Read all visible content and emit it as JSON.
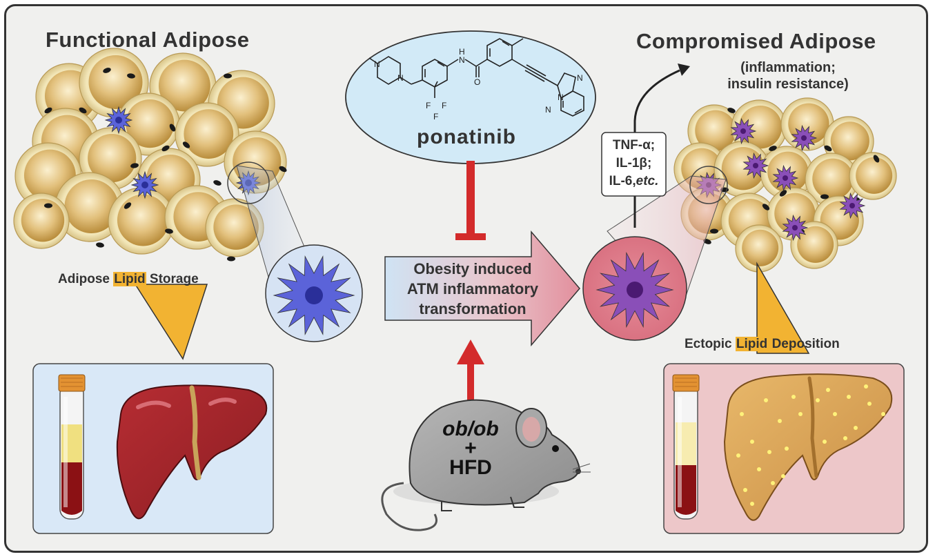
{
  "left_panel": {
    "title": "Functional Adipose",
    "storage_label_pre": "Adipose ",
    "storage_label_hl": "Lipid",
    "storage_label_post": " Storage"
  },
  "right_panel": {
    "title": "Compromised Adipose",
    "outcome_line1": "(inflammation;",
    "outcome_line2": "insulin resistance)",
    "deposition_label_pre": "Ectopic ",
    "deposition_label_hl": "Lipid",
    "deposition_label_post": " Deposition"
  },
  "drug": {
    "name": "ponatinib",
    "atoms": {
      "n1": "N",
      "n2": "N",
      "nh": "H",
      "nh_n": "N",
      "o": "O",
      "f1": "F",
      "f2": "F",
      "f3": "F",
      "n_im1": "N",
      "n_im2": "N",
      "n_im3": "N"
    }
  },
  "center_arrow": {
    "line1": "Obesity induced",
    "line2": "ATM inflammatory",
    "line3": "transformation"
  },
  "cytokines": {
    "line1": "TNF-α;",
    "line2": "IL-1β;",
    "line3_pre": "IL-6,",
    "line3_it": "etc."
  },
  "mouse": {
    "line1": "ob/ob",
    "line2": "+",
    "line3": "HFD"
  },
  "colors": {
    "inhibit": "#d32b2b",
    "arrow_pink": "#e7a1ac",
    "arrow_blue": "#cfe3f4",
    "macrophage_normal": "#5b63d9",
    "macrophage_inflamed": "#8a4fb8",
    "adipocyte": "#d9b76c",
    "liver_healthy": "#a4262c",
    "liver_fatty": "#d9a45a",
    "lipid_hl": "#f2b332"
  }
}
